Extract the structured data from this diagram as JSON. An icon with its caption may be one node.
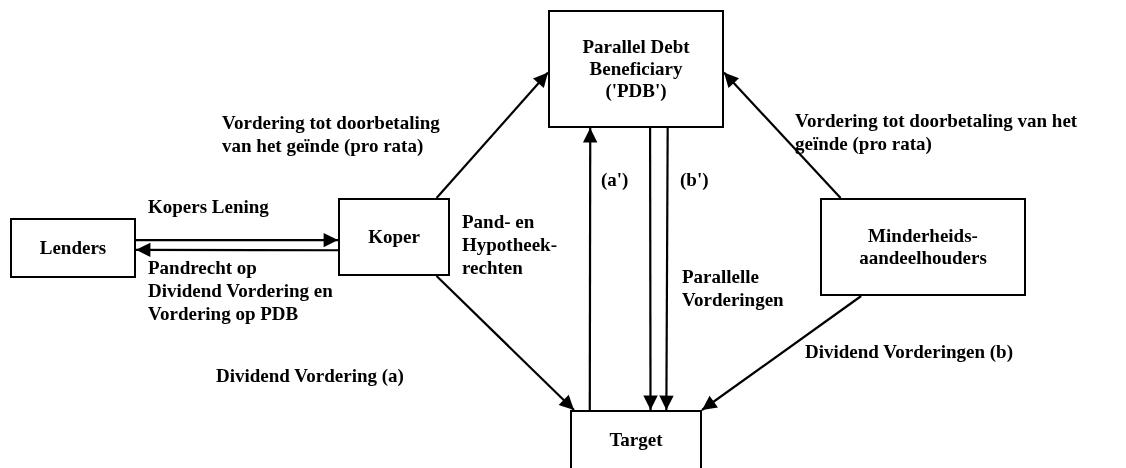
{
  "diagram": {
    "nodes": [
      {
        "text": [
          "Parallel Debt Beneficiary ('PDB')"
        ]
      },
      {
        "text": [
          "Lenders"
        ]
      },
      {
        "text": [
          "Koper"
        ]
      },
      {
        "text": [
          "Minderheids- aandeelhouders"
        ]
      },
      {
        "text": [
          "Target"
        ]
      }
    ],
    "edges": [
      {
        "from": 1,
        "to": 2,
        "arrow": "to",
        "label": "Kopers Lening"
      },
      {
        "from": 2,
        "to": 1,
        "arrow": "to",
        "label": "Pandrecht op Dividend Vordering en Vordering op PDB"
      },
      {
        "from": 2,
        "to": 0,
        "arrow": "to",
        "label": "Vordering tot doorbetaling van het geïnde (pro rata)"
      },
      {
        "from": 3,
        "to": 0,
        "arrow": "to",
        "label": "Vordering tot doorbetaling van het geïnde (pro rata)"
      },
      {
        "from": 2,
        "to": 4,
        "arrow": "to",
        "label": "Dividend Vordering (a)"
      },
      {
        "from": 3,
        "to": 4,
        "arrow": "to",
        "label": "Dividend Vorderingen (b)"
      },
      {
        "from": 4,
        "to": 0,
        "arrow": "to",
        "label": "Pand- en Hypotheek- rechten"
      },
      {
        "from": 0,
        "to": 4,
        "arrow": "to",
        "label": "(a')"
      },
      {
        "from": 0,
        "to": 4,
        "arrow": "to",
        "label": "(b')"
      }
    ],
    "labels": [
      "Parallelle Vorderingen"
    ]
  }
}
